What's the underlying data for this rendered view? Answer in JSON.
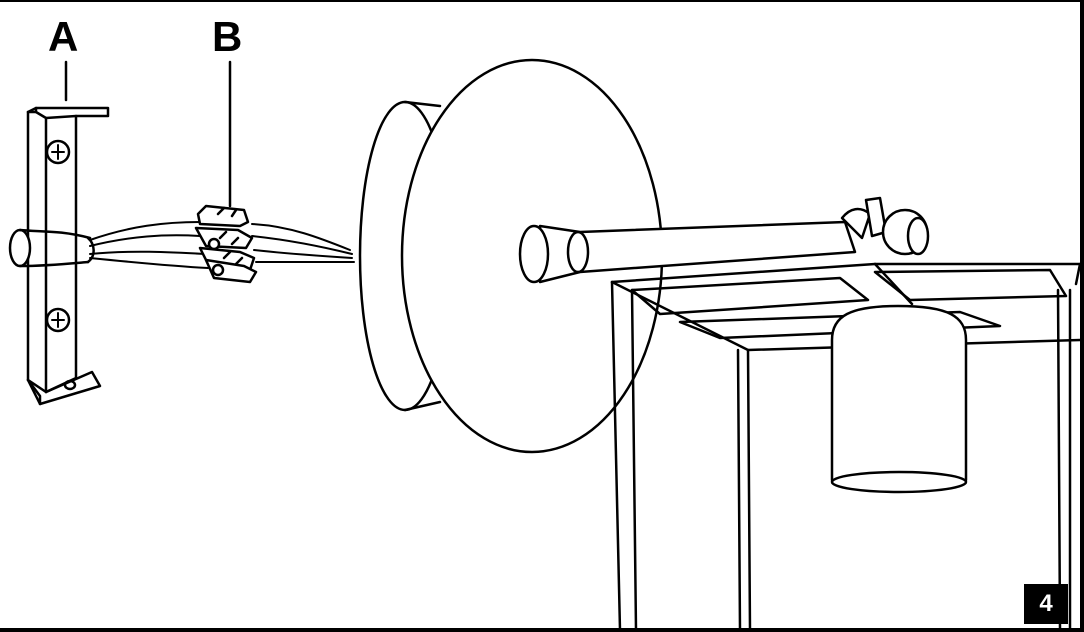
{
  "callouts": {
    "a": "A",
    "b": "B"
  },
  "step_number": "4",
  "colors": {
    "line": "#000000",
    "background": "#ffffff"
  },
  "parts": {
    "bracket": "mounting-bracket",
    "connector": "wire-connector",
    "canopy": "canopy-disc",
    "rod": "support-rod",
    "shade": "cage-shade",
    "bulb": "bulb"
  }
}
